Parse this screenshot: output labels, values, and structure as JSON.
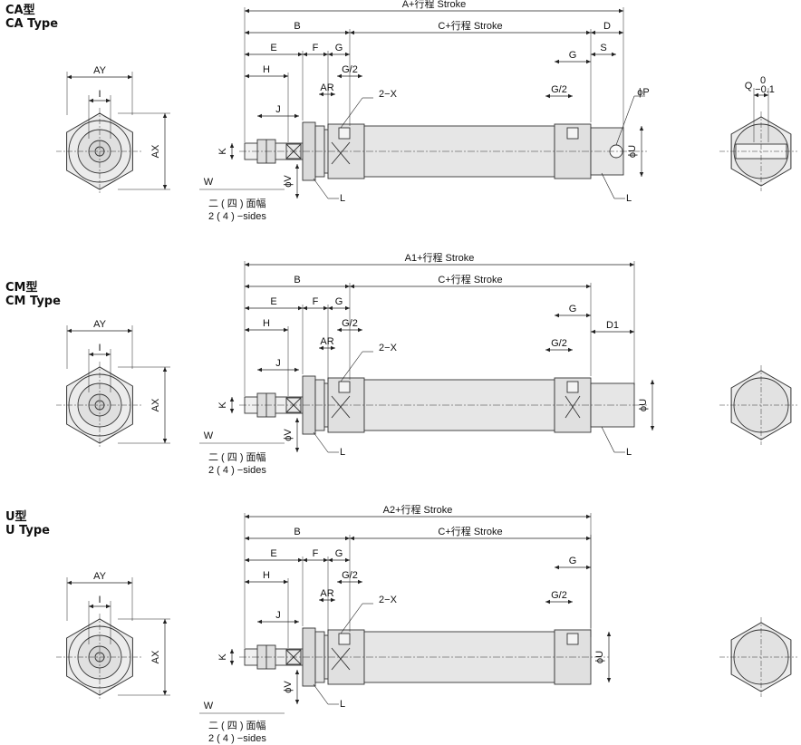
{
  "sections": [
    {
      "id": "ca",
      "title_cn": "CA型",
      "title_en": "CA Type",
      "overall": "A+行程 Stroke",
      "labels": {
        "B": "B",
        "C": "C+行程 Stroke",
        "D": "D",
        "E": "E",
        "F": "F",
        "G": "G",
        "G2": "G/2",
        "H": "H",
        "AR": "AR",
        "X": "2−X",
        "J": "J",
        "K": "K",
        "W": "W",
        "V": "ϕV",
        "L": "L",
        "S": "S",
        "P": "ϕP",
        "U": "ϕU",
        "AY": "AY",
        "I": "I",
        "AX": "AX",
        "Q": "Q",
        "Q_upper": "0",
        "Q_lower": "−0.1"
      },
      "sides_cn": "二 ( 四 ) 面幅",
      "sides_en": "2 ( 4 ) −sides"
    },
    {
      "id": "cm",
      "title_cn": "CM型",
      "title_en": "CM Type",
      "overall": "A1+行程 Stroke",
      "labels": {
        "B": "B",
        "C": "C+行程 Stroke",
        "D": "D1",
        "E": "E",
        "F": "F",
        "G": "G",
        "G2": "G/2",
        "H": "H",
        "AR": "AR",
        "X": "2−X",
        "J": "J",
        "K": "K",
        "W": "W",
        "V": "ϕV",
        "L": "L",
        "U": "ϕU",
        "AY": "AY",
        "I": "I",
        "AX": "AX"
      },
      "sides_cn": "二 ( 四 ) 面幅",
      "sides_en": "2 ( 4 ) −sides"
    },
    {
      "id": "u",
      "title_cn": "U型",
      "title_en": "U Type",
      "overall": "A2+行程 Stroke",
      "labels": {
        "B": "B",
        "C": "C+行程 Stroke",
        "E": "E",
        "F": "F",
        "G": "G",
        "G2": "G/2",
        "H": "H",
        "AR": "AR",
        "X": "2−X",
        "J": "J",
        "K": "K",
        "W": "W",
        "V": "ϕV",
        "L": "L",
        "U": "ϕU",
        "AY": "AY",
        "I": "I",
        "AX": "AX"
      },
      "sides_cn": "二 ( 四 ) 面幅",
      "sides_en": "2 ( 4 ) −sides"
    }
  ],
  "colors": {
    "line": "#333333",
    "body_fill": "#e6e6e6",
    "end_fill": "#d4d4d4",
    "dim": "#222222"
  }
}
